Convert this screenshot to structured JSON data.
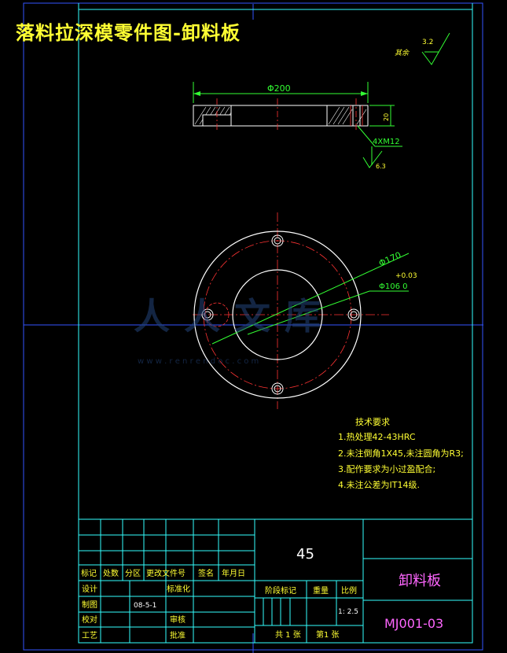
{
  "title": "落料拉深模零件图-卸料板",
  "roughness": {
    "label": "其余",
    "value": "3.2"
  },
  "section_view": {
    "dim_diameter": "Φ200",
    "dim_thickness": "20",
    "thread_callout": "4XM12",
    "thread_roughness": "6.3"
  },
  "plan_view": {
    "dim_outer": "Φ170",
    "dim_inner": "Φ106 0",
    "dim_inner_tol": "+0.03"
  },
  "watermark": {
    "brand": "人人文库",
    "url": "w w w . r e n r e n d o c . c o m"
  },
  "tech_req": {
    "heading": "技术要求",
    "items": [
      "1.热处理42-43HRC",
      "2.未注倒角1X45,未注圆角为R3;",
      "3.配作要求为小过盈配合;",
      "4.未注公差为IT14级."
    ]
  },
  "title_block": {
    "material": "45",
    "part_name": "卸料板",
    "drawing_no": "MJ001-03",
    "rev_headers": [
      "标记",
      "处数",
      "分区",
      "更改文件号",
      "签名",
      "年月日"
    ],
    "row_labels": [
      "设计",
      "制图",
      "校对",
      "工艺"
    ],
    "row_labels_mid": [
      "标准化",
      "审核",
      "批准"
    ],
    "date": "08-5-1",
    "stage_label": "阶段标记",
    "weight_label": "重量",
    "scale_label": "比例",
    "scale_value": "1: 2.5",
    "sheet_total": "共 1 张",
    "sheet_no": "第1 张"
  }
}
